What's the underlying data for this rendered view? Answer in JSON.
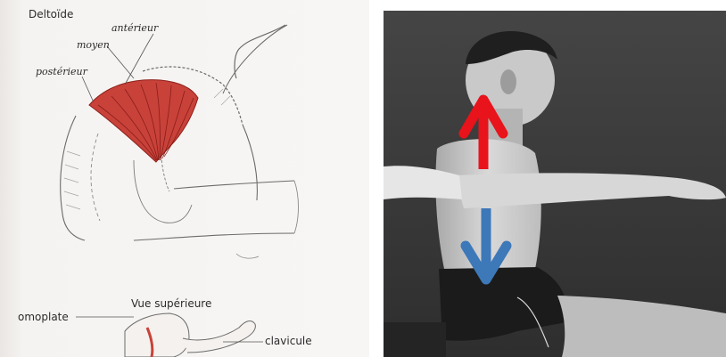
{
  "illustration": {
    "title": "Deltoïde",
    "labels": {
      "anterior": "antérieur",
      "middle": "moyen",
      "posterior": "postérieur"
    },
    "inset": {
      "title": "Vue supérieure",
      "scapula": "omoplate",
      "clavicle": "clavicule"
    }
  },
  "photo": {
    "arrow_up_color": "#e8131b",
    "arrow_down_color": "#3d78b8"
  },
  "colors": {
    "muscle": "#c8423a",
    "ink": "#5a5a5a"
  }
}
